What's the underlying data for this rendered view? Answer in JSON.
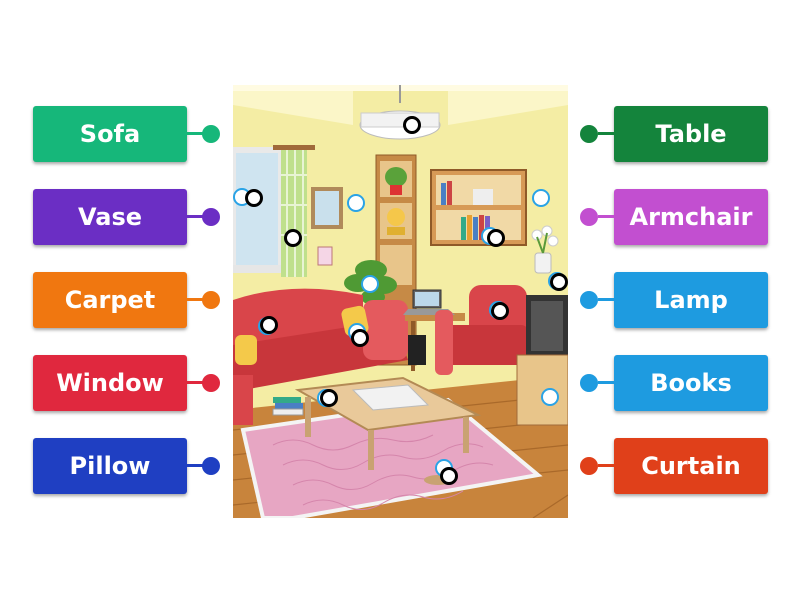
{
  "left_labels": [
    {
      "text": "Sofa",
      "color": "#16b77a"
    },
    {
      "text": "Vase",
      "color": "#6b2ec4"
    },
    {
      "text": "Carpet",
      "color": "#f07710"
    },
    {
      "text": "Window",
      "color": "#e0283e"
    },
    {
      "text": "Pillow",
      "color": "#1f3fc2"
    }
  ],
  "right_labels": [
    {
      "text": "Table",
      "color": "#14843c"
    },
    {
      "text": "Armchair",
      "color": "#c24fd0"
    },
    {
      "text": "Lamp",
      "color": "#1e9be0"
    },
    {
      "text": "Books",
      "color": "#1e9be0"
    },
    {
      "text": "Curtain",
      "color": "#e0401a"
    }
  ],
  "colors": {
    "wall": "#f4eda4",
    "floor": "#c8843c",
    "sofa": "#d9454a",
    "rug": "#e7a6c3",
    "pin_border": "#000000",
    "drop_slot": "#2aa3e6"
  }
}
